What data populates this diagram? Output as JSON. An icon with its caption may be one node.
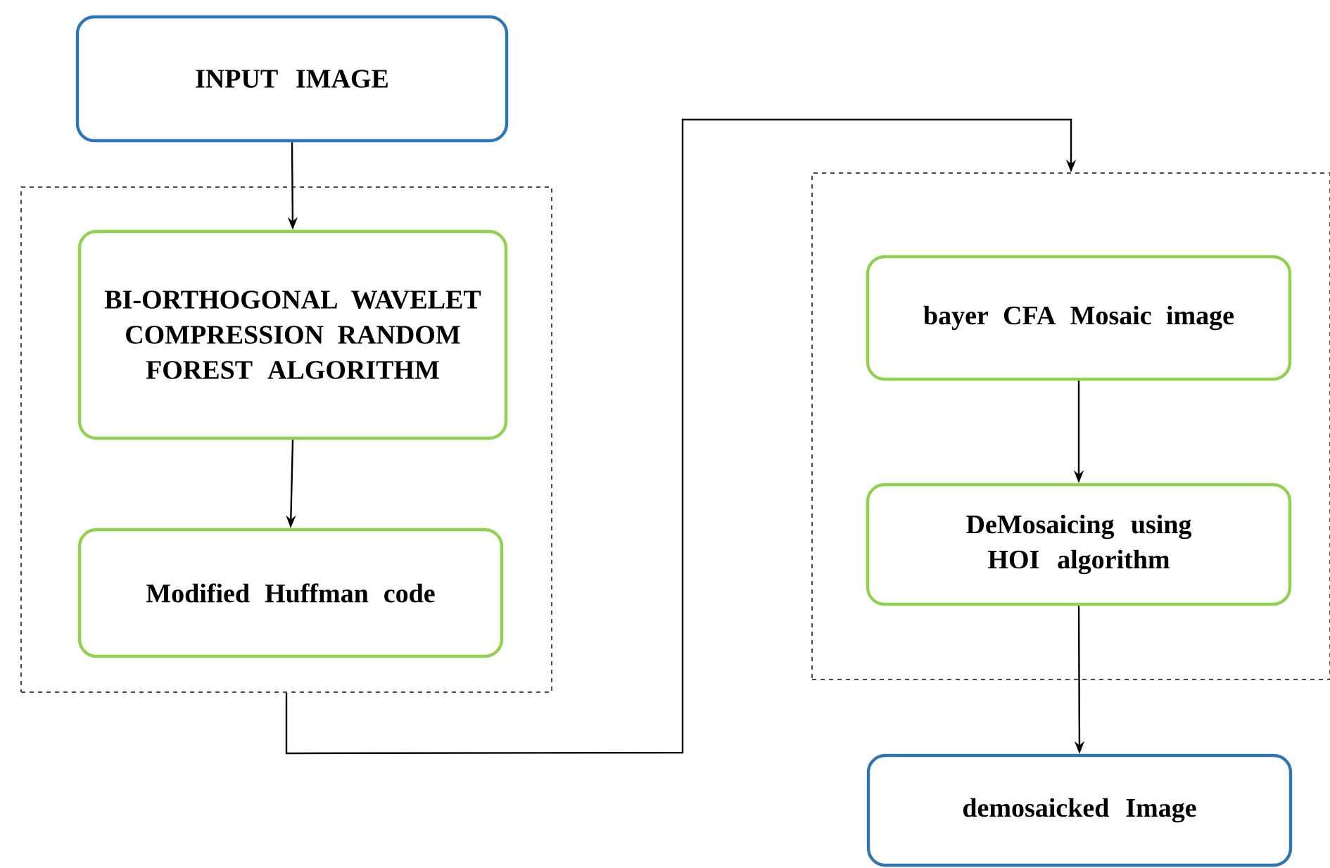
{
  "diagram": {
    "nodes": [
      {
        "text": [
          "INPUT IMAGE"
        ]
      },
      {
        "text": [],
        "shape": "box"
      },
      {
        "text": [
          "BI-ORTHOGONAL WAVELET COMPRESSION RANDOM FOREST ALGORITHM"
        ],
        "in": 1
      },
      {
        "text": [
          "Modified Huffman code"
        ],
        "in": 1
      },
      {
        "text": [],
        "shape": "box"
      },
      {
        "text": [
          "bayer CFA Mosaic image"
        ],
        "in": 4
      },
      {
        "text": [
          "DeMosaicing using HOI algorithm"
        ],
        "in": 4
      },
      {
        "text": [
          "demosaicked Image"
        ]
      }
    ],
    "edges": [
      {
        "from": 0,
        "to": 2,
        "arrow": "to"
      },
      {
        "from": 2,
        "to": 3,
        "arrow": "to"
      },
      {
        "from": 1,
        "to": 4,
        "arrow": "to"
      },
      {
        "from": 5,
        "to": 6,
        "arrow": "to"
      },
      {
        "from": 6,
        "to": 7,
        "arrow": "to"
      }
    ]
  }
}
